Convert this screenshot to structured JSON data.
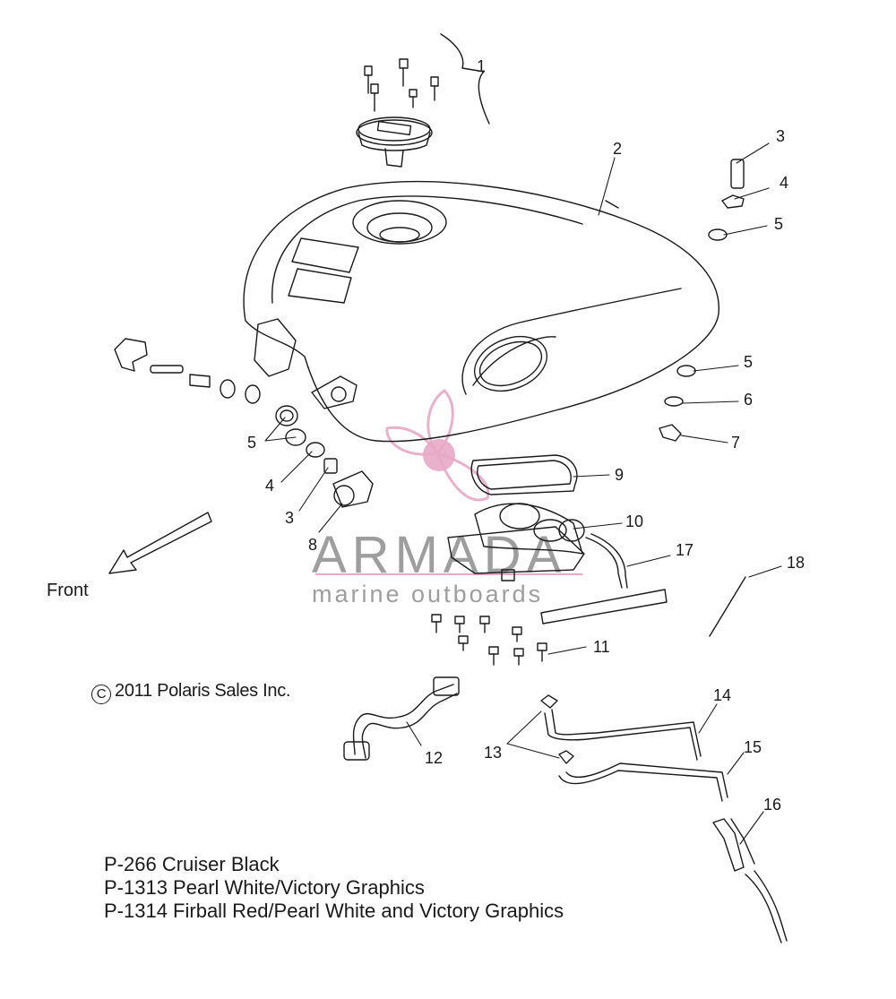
{
  "callouts": [
    {
      "id": "c1",
      "text": "1"
    },
    {
      "id": "c2",
      "text": "2"
    },
    {
      "id": "c3a",
      "text": "3"
    },
    {
      "id": "c4a",
      "text": "4"
    },
    {
      "id": "c5a",
      "text": "5"
    },
    {
      "id": "c5b",
      "text": "5"
    },
    {
      "id": "c6",
      "text": "6"
    },
    {
      "id": "c7",
      "text": "7"
    },
    {
      "id": "c9",
      "text": "9"
    },
    {
      "id": "c10",
      "text": "10"
    },
    {
      "id": "c17",
      "text": "17"
    },
    {
      "id": "c18",
      "text": "18"
    },
    {
      "id": "c11",
      "text": "11"
    },
    {
      "id": "c5c",
      "text": "5"
    },
    {
      "id": "c4b",
      "text": "4"
    },
    {
      "id": "c3b",
      "text": "3"
    },
    {
      "id": "c8",
      "text": "8"
    },
    {
      "id": "c14",
      "text": "14"
    },
    {
      "id": "c15",
      "text": "15"
    },
    {
      "id": "c13",
      "text": "13"
    },
    {
      "id": "c12",
      "text": "12"
    },
    {
      "id": "c16",
      "text": "16"
    }
  ],
  "front_label": "Front",
  "copyright": {
    "symbol": "C",
    "text": "2011 Polaris Sales Inc."
  },
  "color_notes": [
    "P-266  Cruiser Black",
    "P-1313 Pearl White/Victory Graphics",
    "P-1314 Firball Red/Pearl White and Victory Graphics"
  ],
  "watermark": {
    "brand": "ARMADA",
    "subtitle": "marine outboards",
    "colors": {
      "pink": "#e7a9c5",
      "gray": "#8e8e8e"
    }
  },
  "colors": {
    "line": "#1a1a1a",
    "background": "#ffffff"
  }
}
